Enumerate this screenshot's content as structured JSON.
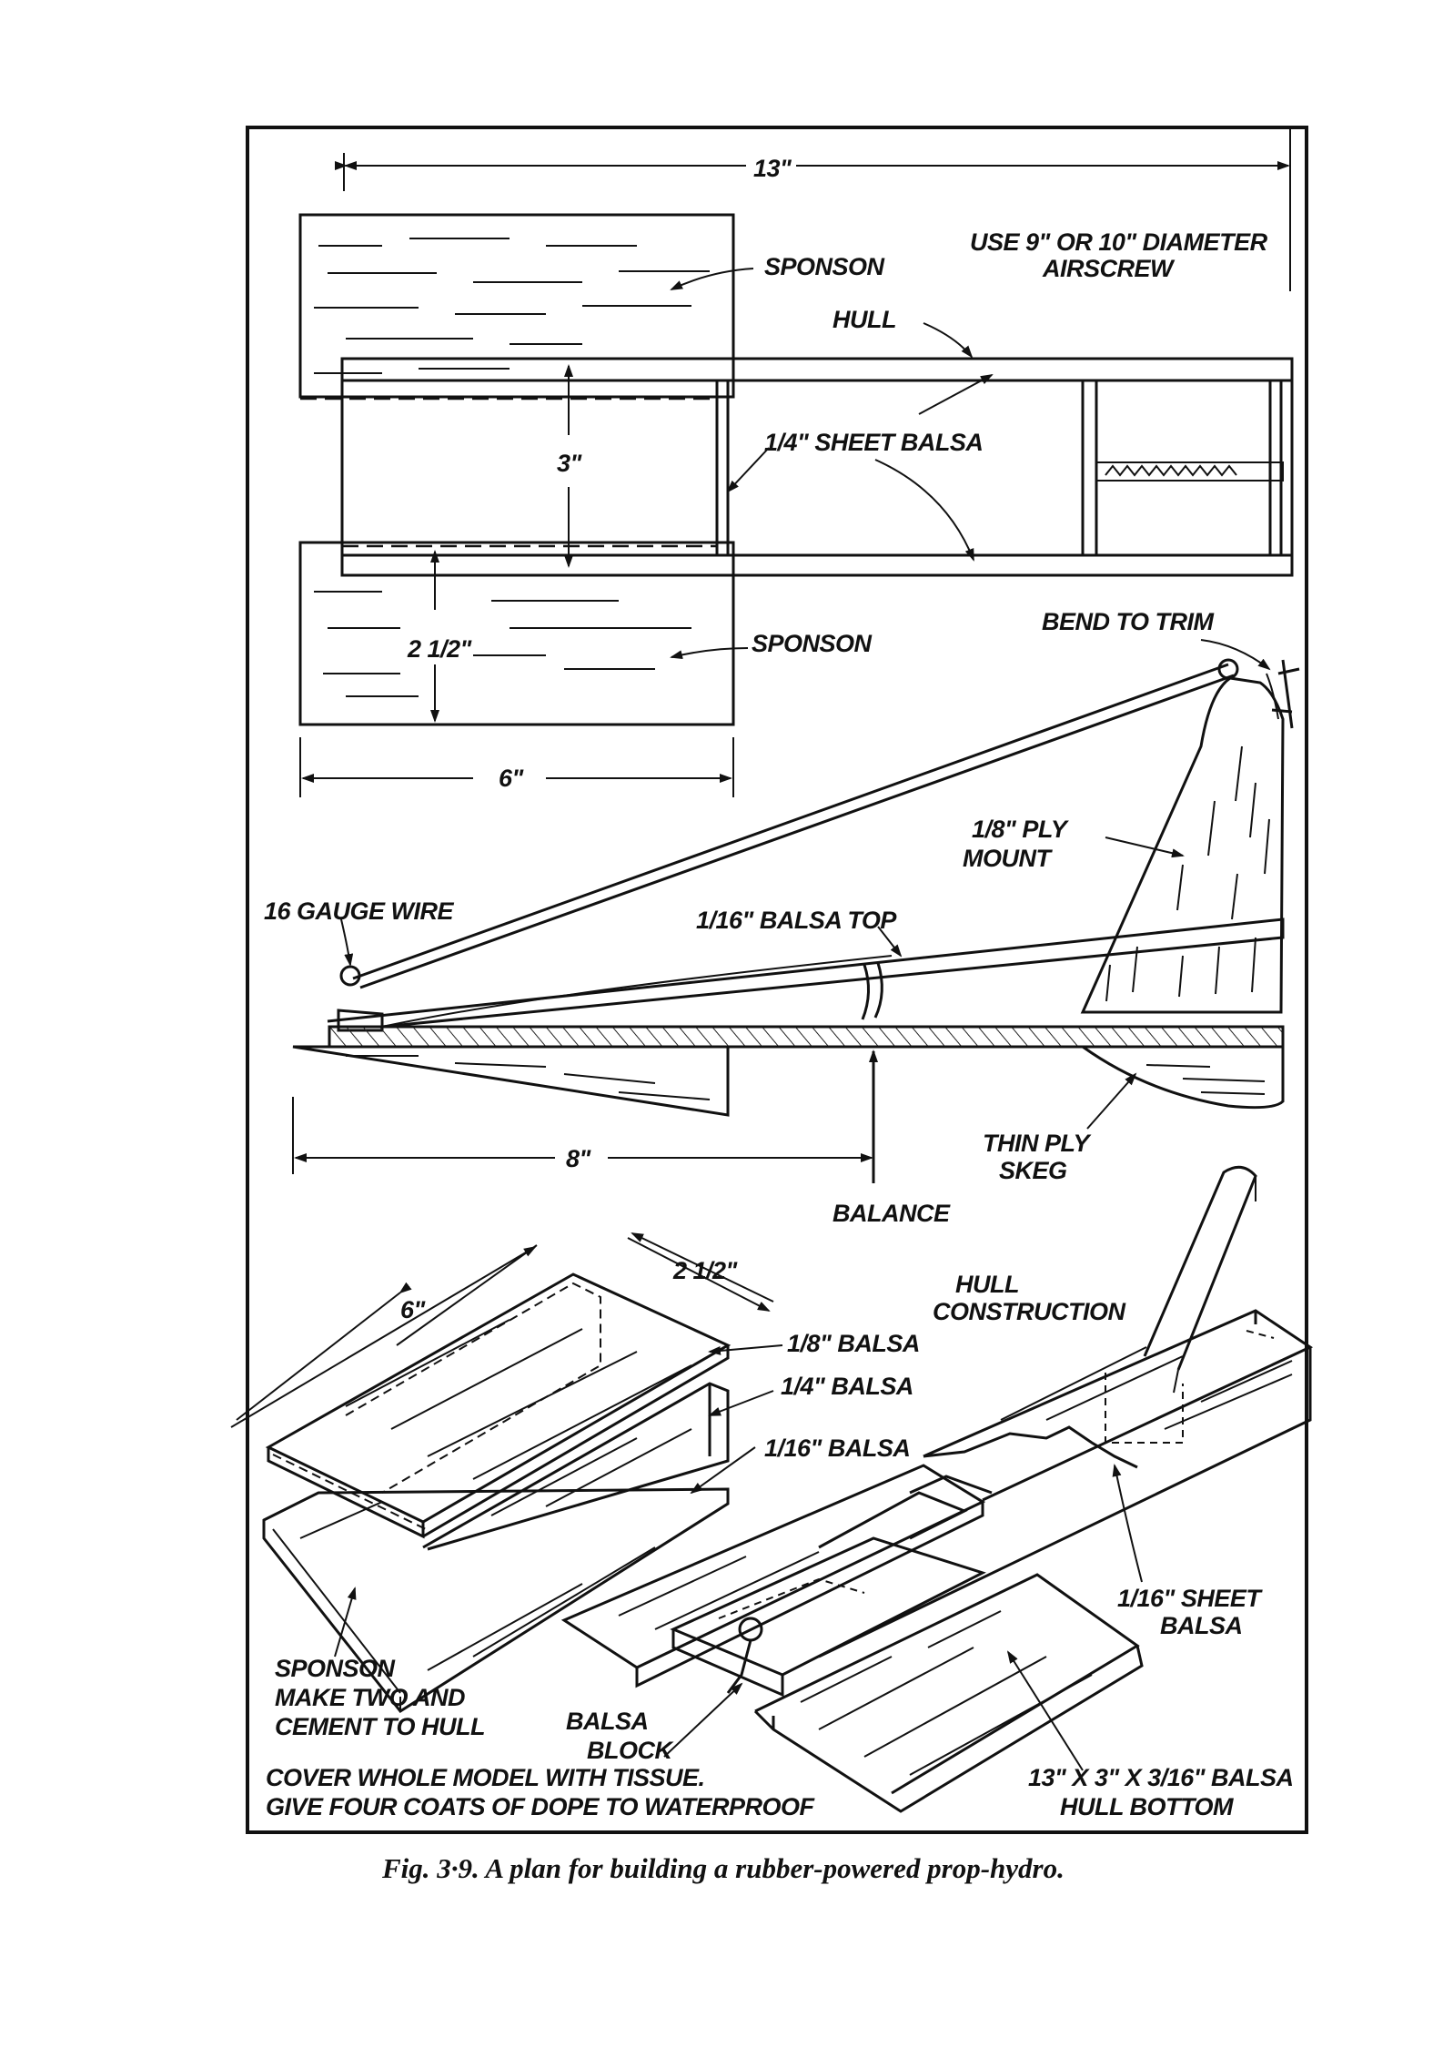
{
  "labels": {
    "dim_13": "13\"",
    "airscrew_line1": "USE 9\" OR 10\" DIAMETER",
    "airscrew_line2": "AIRSCREW",
    "sponson_top": "SPONSON",
    "hull": "HULL",
    "sheet_balsa_quarter": "1/4\" SHEET BALSA",
    "dim_3": "3\"",
    "dim_2_5": "2 1/2\"",
    "sponson_bottom": "SPONSON",
    "dim_6": "6\"",
    "bend_to_trim": "BEND TO TRIM",
    "ply_mount_line1": "1/8\" PLY",
    "ply_mount_line2": "MOUNT",
    "gauge_wire": "16 GAUGE WIRE",
    "balsa_top": "1/16\" BALSA TOP",
    "dim_8": "8\"",
    "skeg_line1": "THIN PLY",
    "skeg_line2": "SKEG",
    "balance": "BALANCE",
    "iso_dim_6": "6\"",
    "iso_dim_2_5": "2 1/2\"",
    "balsa_eighth": "1/8\" BALSA",
    "balsa_quarter": "1/4\" BALSA",
    "balsa_sixteenth": "1/16\" BALSA",
    "hull_construction_line1": "HULL",
    "hull_construction_line2": "CONSTRUCTION",
    "sheet_balsa_line1": "1/16\" SHEET",
    "sheet_balsa_line2": "BALSA",
    "sponson_note_line1": "SPONSON",
    "sponson_note_line2": "MAKE TWO AND",
    "sponson_note_line3": "CEMENT TO HULL",
    "balsa_block_line1": "BALSA",
    "balsa_block_line2": "BLOCK",
    "hull_bottom_line1": "13\" X 3\" X 3/16\" BALSA",
    "hull_bottom_line2": "HULL BOTTOM",
    "cover_note_line1": "COVER WHOLE MODEL WITH TISSUE.",
    "cover_note_line2": "GIVE FOUR COATS OF DOPE TO WATERPROOF"
  },
  "caption": "Fig. 3·9.  A plan for building a rubber-powered prop-hydro."
}
